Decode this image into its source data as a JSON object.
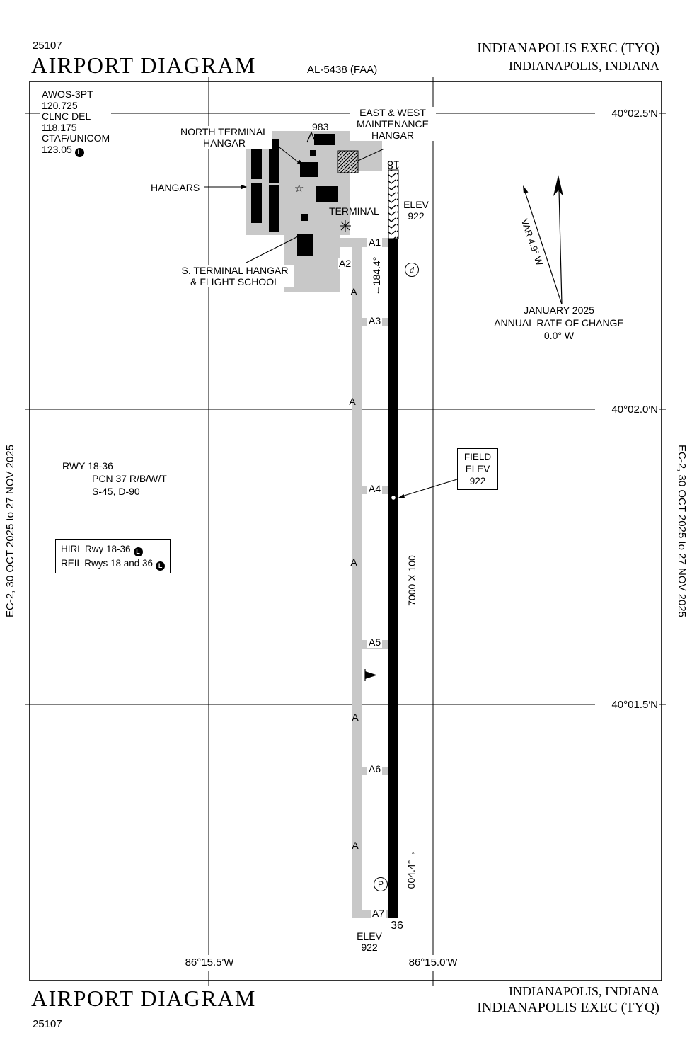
{
  "header": {
    "procedure_number": "25107",
    "title": "AIRPORT DIAGRAM",
    "chart_id": "AL-5438 (FAA)",
    "airport": "INDIANAPOLIS EXEC (TYQ)",
    "city": "INDIANAPOLIS, INDIANA"
  },
  "footer": {
    "title": "AIRPORT DIAGRAM",
    "procedure_number": "25107",
    "airport": "INDIANAPOLIS EXEC (TYQ)",
    "city": "INDIANAPOLIS, INDIANA"
  },
  "margins": {
    "left": "EC-2, 30 OCT 2025 to 27 NOV 2025",
    "right": "EC-2, 30 OCT 2025 to 27 NOV 2025"
  },
  "comms": {
    "awos_label": "AWOS-3PT",
    "awos_freq": "120.725",
    "clnc_label": "CLNC DEL",
    "clnc_freq": "118.175",
    "ctaf_label": "CTAF/UNICOM",
    "ctaf_freq": "123.05",
    "lighting_symbol": "L"
  },
  "grid": {
    "lat_labels": [
      "40°02.5′N",
      "40°02.0′N",
      "40°01.5′N"
    ],
    "lon_labels": [
      "86°15.5′W",
      "86°15.0′W"
    ]
  },
  "runway": {
    "end_north_id": "18",
    "end_south_id": "36",
    "heading_south": "←184.4°",
    "heading_north": "004.4°→",
    "dimensions": "7000 X 100",
    "elev_label": "ELEV",
    "elev_value": "922"
  },
  "field_elev": {
    "line1": "FIELD",
    "line2": "ELEV",
    "line3": "922"
  },
  "taxiway": {
    "main_id": "A",
    "connectors": [
      "A1",
      "A2",
      "A3",
      "A4",
      "A5",
      "A6",
      "A7"
    ]
  },
  "buildings": {
    "north_terminal_1": "NORTH TERMINAL",
    "north_terminal_2": "HANGAR",
    "hangars": "HANGARS",
    "terminal": "TERMINAL",
    "south_terminal_1": "S. TERMINAL HANGAR",
    "south_terminal_2": "& FLIGHT SCHOOL",
    "east_west_1": "EAST & WEST",
    "east_west_2": "MAINTENANCE",
    "east_west_3": "HANGAR"
  },
  "obstruction": {
    "elevation": "983"
  },
  "compass": {
    "variation": "VAR 4.9° W",
    "date": "JANUARY 2025",
    "rate_label": "ANNUAL RATE OF CHANGE",
    "rate_value": "0.0° W"
  },
  "runway_data": {
    "line1": "RWY 18-36",
    "line2": "PCN 37 R/B/W/T",
    "line3": "S-45, D-90"
  },
  "lighting": {
    "line1": "HIRL Rwy 18-36",
    "line2": "REIL Rwys 18 and 36",
    "symbol": "L"
  },
  "symbols": {
    "circled_d": "d",
    "circled_p": "P",
    "beacon": "☆"
  },
  "colors": {
    "apron": "#c8c8c8",
    "runway": "#000000"
  }
}
